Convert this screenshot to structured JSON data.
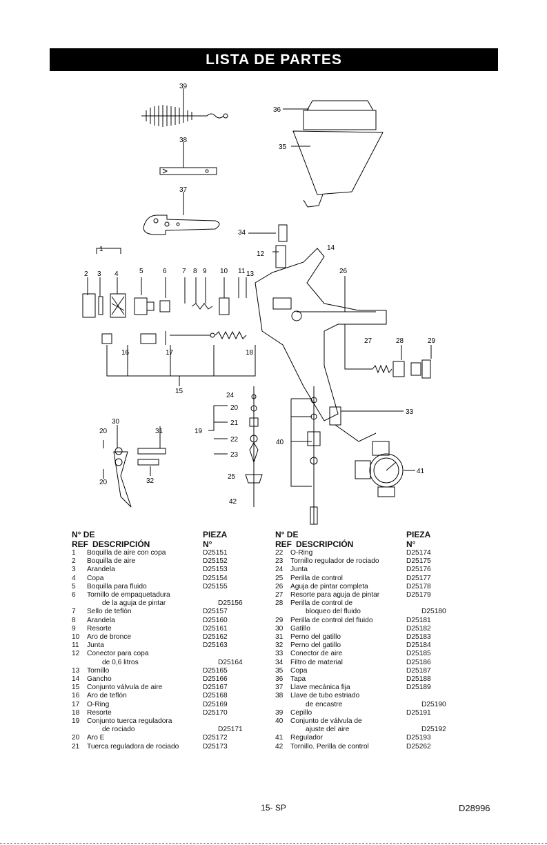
{
  "title": "LISTA DE PARTES",
  "header": {
    "no_de": "N° DE",
    "ref": "REF",
    "descripcion": "DESCRIPCIÓN",
    "pieza": "PIEZA",
    "no": "N°"
  },
  "callouts": [
    "1",
    "2",
    "3",
    "4",
    "5",
    "6",
    "7",
    "8",
    "9",
    "10",
    "11",
    "13",
    "12",
    "14",
    "15",
    "16",
    "17",
    "18",
    "19",
    "20",
    "20",
    "21",
    "22",
    "23",
    "24",
    "25",
    "26",
    "27",
    "28",
    "29",
    "30",
    "31",
    "32",
    "33",
    "34",
    "35",
    "36",
    "37",
    "38",
    "39",
    "40",
    "41",
    "42"
  ],
  "parts_left": [
    {
      "ref": "1",
      "desc": "Boquilla de aire con copa",
      "part": "D25151"
    },
    {
      "ref": "2",
      "desc": "Boquilla de aire",
      "part": "D25152"
    },
    {
      "ref": "3",
      "desc": "Arandela",
      "part": "D25153"
    },
    {
      "ref": "4",
      "desc": "Copa",
      "part": "D25154"
    },
    {
      "ref": "5",
      "desc": "Boquilla para fluido",
      "part": "D25155"
    },
    {
      "ref": "6",
      "desc": "Tornillo de empaquetadura",
      "part": ""
    },
    {
      "ref": "",
      "desc": "de la aguja de pintar",
      "part": "D25156"
    },
    {
      "ref": "7",
      "desc": "Sello de teflón",
      "part": "D25157"
    },
    {
      "ref": "8",
      "desc": "Arandela",
      "part": "D25160"
    },
    {
      "ref": "9",
      "desc": "Resorte",
      "part": "D25161"
    },
    {
      "ref": "10",
      "desc": "Aro de bronce",
      "part": "D25162"
    },
    {
      "ref": "11",
      "desc": "Junta",
      "part": "D25163"
    },
    {
      "ref": "12",
      "desc": "Conector para copa",
      "part": ""
    },
    {
      "ref": "",
      "desc": "de 0,6 litros",
      "part": "D25164"
    },
    {
      "ref": "13",
      "desc": "Tornillo",
      "part": "D25165"
    },
    {
      "ref": "14",
      "desc": "Gancho",
      "part": "D25166"
    },
    {
      "ref": "15",
      "desc": "Conjunto válvula de aire",
      "part": "D25167"
    },
    {
      "ref": "16",
      "desc": "Aro de teflón",
      "part": "D25168"
    },
    {
      "ref": "17",
      "desc": "O-Ring",
      "part": "D25169"
    },
    {
      "ref": "18",
      "desc": "Resorte",
      "part": "D25170"
    },
    {
      "ref": "19",
      "desc": "Conjunto tuerca reguladora",
      "part": ""
    },
    {
      "ref": "",
      "desc": "de rociado",
      "part": "D25171"
    },
    {
      "ref": "20",
      "desc": "Aro E",
      "part": "D25172"
    },
    {
      "ref": "21",
      "desc": "Tuerca reguladora de rociado",
      "part": "D25173"
    }
  ],
  "parts_right": [
    {
      "ref": "22",
      "desc": "O-Ring",
      "part": "D25174"
    },
    {
      "ref": "23",
      "desc": "Tornillo regulador de rociado",
      "part": "D25175"
    },
    {
      "ref": "24",
      "desc": "Junta",
      "part": "D25176"
    },
    {
      "ref": "25",
      "desc": "Perilla de control",
      "part": "D25177"
    },
    {
      "ref": "26",
      "desc": "Aguja de pintar completa",
      "part": "D25178"
    },
    {
      "ref": "27",
      "desc": "Resorte para aguja de pintar",
      "part": "D25179"
    },
    {
      "ref": "28",
      "desc": "Perilla de control de",
      "part": ""
    },
    {
      "ref": "",
      "desc": "bloqueo del fluido",
      "part": "D25180"
    },
    {
      "ref": "29",
      "desc": "Perilla de control del fluido",
      "part": "D25181"
    },
    {
      "ref": "30",
      "desc": "Gatillo",
      "part": "D25182"
    },
    {
      "ref": "31",
      "desc": "Perno del gatillo",
      "part": "D25183"
    },
    {
      "ref": "32",
      "desc": "Perno del gatillo",
      "part": "D25184"
    },
    {
      "ref": "33",
      "desc": "Conector de aire",
      "part": "D25185"
    },
    {
      "ref": "34",
      "desc": "Filtro de material",
      "part": "D25186"
    },
    {
      "ref": "35",
      "desc": "Copa",
      "part": "D25187"
    },
    {
      "ref": "36",
      "desc": "Tapa",
      "part": "D25188"
    },
    {
      "ref": "37",
      "desc": "Llave mecánica fija",
      "part": "D25189"
    },
    {
      "ref": "38",
      "desc": "Llave de tubo estriado",
      "part": ""
    },
    {
      "ref": "",
      "desc": "de encastre",
      "part": "D25190"
    },
    {
      "ref": "39",
      "desc": "Cepillo",
      "part": "D25191"
    },
    {
      "ref": "40",
      "desc": "Conjunto de válvula de",
      "part": ""
    },
    {
      "ref": "",
      "desc": "ajuste del aire",
      "part": "D25192"
    },
    {
      "ref": "41",
      "desc": "Regulador",
      "part": "D25193"
    },
    {
      "ref": "42",
      "desc": "Tornillo. Perilla de control",
      "part": "D25262"
    }
  ],
  "footer": {
    "page": "15- SP",
    "code": "D28996"
  }
}
